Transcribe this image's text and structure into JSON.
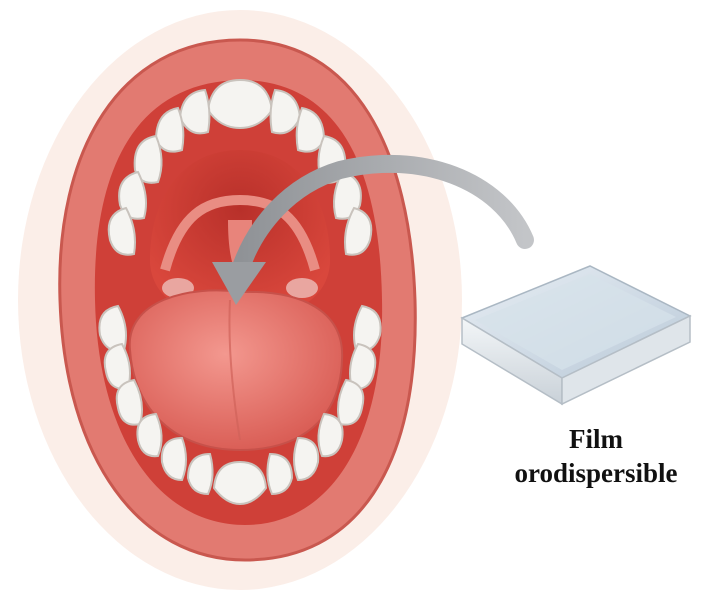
{
  "label": {
    "line1": "Film",
    "line2": "orodispersible"
  },
  "colors": {
    "lip": "#e2726a",
    "lip_dark": "#c84a45",
    "mouth_interior": "#d9473c",
    "tongue": "#e56f66",
    "teeth": "#f4f4f2",
    "arrow": "#a9abae",
    "film_top": "#cfdbe6",
    "film_side": "#e8edf1",
    "background": "#ffffff"
  },
  "icons": {
    "mouth": "open-mouth-illustration",
    "arrow": "curved-arrow-icon",
    "film": "film-square-icon"
  }
}
